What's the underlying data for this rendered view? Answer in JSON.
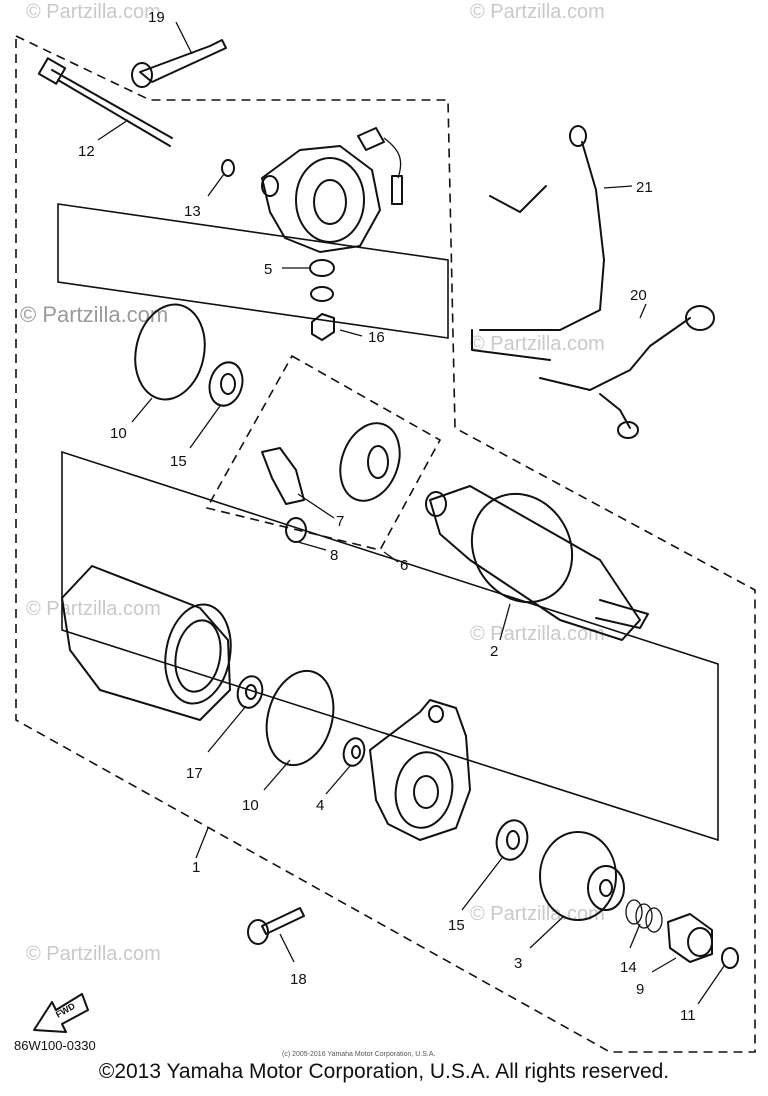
{
  "diagram_code": "86W100-0330",
  "small_copyright": "(c) 2005-2016 Yamaha Motor Corporation, U.S.A.",
  "copyright": "©2013 Yamaha Motor Corporation, U.S.A. All rights reserved.",
  "watermark": "© Partzilla.com",
  "watermark_big": "© Partzilla.com",
  "fwd_label": "FWD",
  "callouts": {
    "c1": "1",
    "c2": "2",
    "c3": "3",
    "c4": "4",
    "c5": "5",
    "c6": "6",
    "c7": "7",
    "c8": "8",
    "c9": "9",
    "c10a": "10",
    "c10b": "10",
    "c11": "11",
    "c12": "12",
    "c13": "13",
    "c14": "14",
    "c15a": "15",
    "c15b": "15",
    "c16": "16",
    "c17": "17",
    "c18": "18",
    "c19": "19",
    "c20": "20",
    "c21": "21"
  }
}
